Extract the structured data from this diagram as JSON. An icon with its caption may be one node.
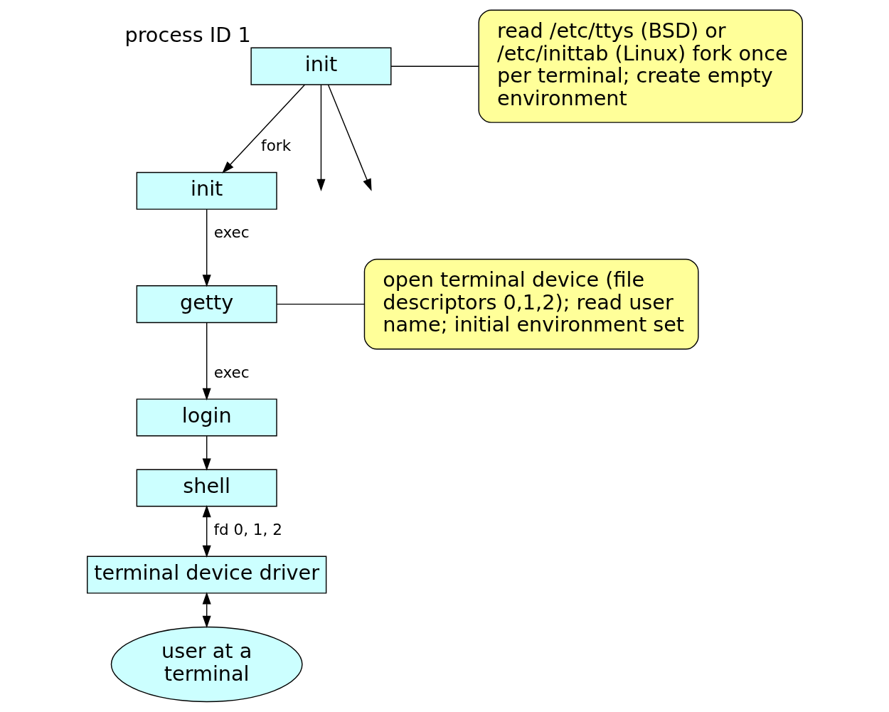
{
  "diagram": {
    "nodes": [
      {
        "text": [
          "init"
        ],
        "beside": [
          "process ID 1"
        ]
      },
      {
        "text": [
          "init"
        ]
      },
      {
        "text": [
          "getty"
        ]
      },
      {
        "text": [
          "login"
        ]
      },
      {
        "text": [
          "shell"
        ]
      },
      {
        "text": [
          "terminal device driver"
        ]
      },
      {
        "text": [
          "user at a terminal"
        ]
      },
      {
        "text": [
          "read /etc/ttys (BSD) or /etc/inittab (Linux) fork once per terminal; create empty environment"
        ]
      },
      {
        "text": [
          "open terminal device (file descriptors 0,1,2); read user name; initial environment set"
        ]
      }
    ],
    "edges": [
      {
        "from": 0,
        "to": null,
        "arrow": "to"
      },
      {
        "from": 0,
        "to": 1,
        "label": "fork",
        "arrow": "to"
      },
      {
        "from": 0,
        "to": null,
        "arrow": "to"
      },
      {
        "from": 1,
        "to": 2,
        "label": "exec",
        "arrow": "to"
      },
      {
        "from": 2,
        "to": 3,
        "label": "exec",
        "arrow": "to"
      },
      {
        "from": 3,
        "to": 4,
        "arrow": "to"
      },
      {
        "from": 4,
        "to": 5,
        "label": "fd 0, 1, 2",
        "arrow": "both"
      },
      {
        "from": 5,
        "to": 6,
        "arrow": "both"
      },
      {
        "from": 7,
        "to": 0,
        "arrow": "none"
      },
      {
        "from": 8,
        "to": 2,
        "arrow": "none"
      }
    ]
  }
}
